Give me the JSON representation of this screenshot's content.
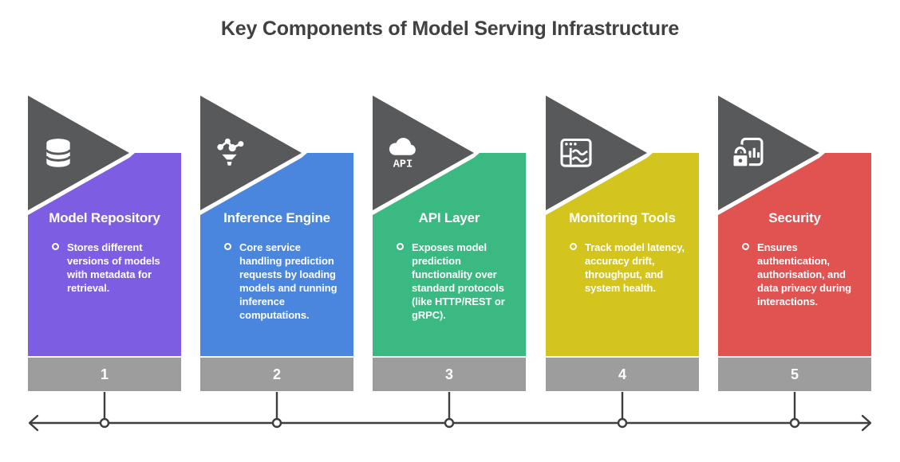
{
  "page_title": "Key Components of Model Serving Infrastructure",
  "colors": {
    "triangle_gray": "#58595b",
    "number_bar_gray": "#9d9d9d",
    "timeline_dark": "#3d3e3f",
    "title_text": "#414143"
  },
  "cards": [
    {
      "number": "1",
      "title": "Model Repository",
      "description": "Stores different versions of models with metadata for retrieval.",
      "icon": "database-icon",
      "color": "#7d5ee2"
    },
    {
      "number": "2",
      "title": "Inference Engine",
      "description": "Core service handling prediction requests by loading models and running inference computations.",
      "icon": "network-funnel-icon",
      "color": "#4a86dd"
    },
    {
      "number": "3",
      "title": "API Layer",
      "description": "Exposes model prediction functionality over standard protocols (like HTTP/REST or gRPC).",
      "icon": "cloud-api-icon",
      "icon_label": "API",
      "color": "#3bb982"
    },
    {
      "number": "4",
      "title": "Monitoring Tools",
      "description": "Track model latency, accuracy drift, throughput, and system health.",
      "icon": "dashboard-icon",
      "color": "#d4c41e"
    },
    {
      "number": "5",
      "title": "Security",
      "description": "Ensures authentication, authorisation, and data privacy during interactions.",
      "icon": "lock-document-icon",
      "color": "#e05351"
    }
  ]
}
